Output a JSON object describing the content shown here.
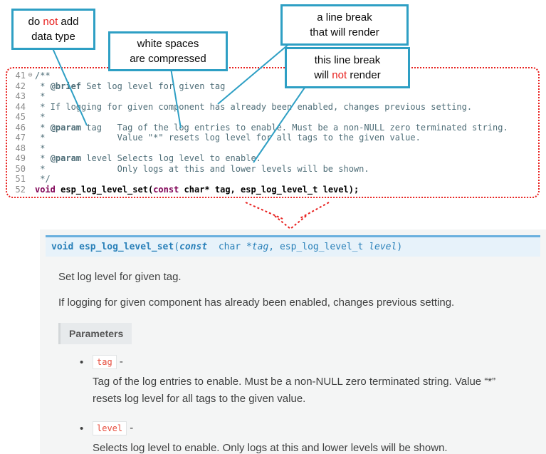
{
  "colors": {
    "callout-border": "#2e9fc4",
    "annotation-red": "#e8211f",
    "comment-color": "#4f6e78",
    "keyword-color": "#7f0055",
    "line-number-color": "#8a8a8a",
    "doc-bg": "#f4f5f5",
    "signature-bg": "#e7f2fa",
    "signature-border": "#6ab0de",
    "signature-text": "#2980b9",
    "literal-red": "#e74c3c",
    "literal-border": "#e1e4e5",
    "doc-text": "#3f4040",
    "params-label-bg": "#e7eaec"
  },
  "callouts": [
    {
      "id": "no-datatype",
      "lines": [
        [
          "do ",
          {
            "red": "not"
          },
          " add"
        ],
        [
          "data type"
        ]
      ]
    },
    {
      "id": "whitespace-compressed",
      "lines": [
        [
          "white spaces"
        ],
        [
          "are compressed"
        ]
      ]
    },
    {
      "id": "linebreak-renders",
      "lines": [
        [
          "a line break"
        ],
        [
          "that will render"
        ]
      ]
    },
    {
      "id": "linebreak-not-render",
      "lines": [
        [
          "this line break"
        ],
        [
          "will ",
          {
            "red": "not"
          },
          " render"
        ]
      ]
    }
  ],
  "editor": {
    "lines": [
      {
        "num": "41",
        "fold": "⊖",
        "parts": [
          {
            "t": "/**",
            "c": "comment"
          }
        ]
      },
      {
        "num": "42",
        "parts": [
          {
            "t": " * ",
            "c": "comment"
          },
          {
            "t": "@brief",
            "c": "doctag"
          },
          {
            "t": " Set log level for given tag",
            "c": "comment"
          }
        ]
      },
      {
        "num": "43",
        "parts": [
          {
            "t": " *",
            "c": "comment"
          }
        ]
      },
      {
        "num": "44",
        "parts": [
          {
            "t": " * If logging for given component has already been enabled, changes previous setting.",
            "c": "comment"
          }
        ]
      },
      {
        "num": "45",
        "parts": [
          {
            "t": " *",
            "c": "comment"
          }
        ]
      },
      {
        "num": "46",
        "parts": [
          {
            "t": " * ",
            "c": "comment"
          },
          {
            "t": "@param",
            "c": "doctag"
          },
          {
            "t": " tag   Tag of the log entries to enable. Must be a non-NULL zero terminated string.",
            "c": "comment"
          }
        ]
      },
      {
        "num": "47",
        "parts": [
          {
            "t": " *              Value \"*\" resets log level for all tags to the given value.",
            "c": "comment"
          }
        ]
      },
      {
        "num": "48",
        "parts": [
          {
            "t": " *",
            "c": "comment"
          }
        ]
      },
      {
        "num": "49",
        "parts": [
          {
            "t": " * ",
            "c": "comment"
          },
          {
            "t": "@param",
            "c": "doctag"
          },
          {
            "t": " level Selects log level to enable.",
            "c": "comment"
          }
        ]
      },
      {
        "num": "50",
        "parts": [
          {
            "t": " *              Only logs at this and lower levels will be shown.",
            "c": "comment"
          }
        ]
      },
      {
        "num": "51",
        "parts": [
          {
            "t": " */",
            "c": "comment"
          }
        ]
      },
      {
        "num": "52",
        "parts": [
          {
            "t": "void",
            "c": "keyword"
          },
          {
            "t": " esp_log_level_set(",
            "c": "code"
          },
          {
            "t": "const",
            "c": "keyword"
          },
          {
            "t": " char* tag, esp_log_level_t level);",
            "c": "code"
          }
        ]
      }
    ]
  },
  "docs": {
    "signature": [
      {
        "t": "void",
        "c": "kw"
      },
      {
        "t": " ",
        "c": "pl"
      },
      {
        "t": "esp_log_level_set",
        "c": "name"
      },
      {
        "t": "(",
        "c": "pl"
      },
      {
        "t": "const",
        "c": "kwi"
      },
      {
        "t": "  char *",
        "c": "pl"
      },
      {
        "t": "tag",
        "c": "it"
      },
      {
        "t": ", ",
        "c": "pl"
      },
      {
        "t": "esp_log_level_t ",
        "c": "pl"
      },
      {
        "t": "level",
        "c": "it"
      },
      {
        "t": ")",
        "c": "pl"
      }
    ],
    "para1": "Set log level for given tag.",
    "para2": "If logging for given component has already been enabled, changes previous setting.",
    "parameters_label": "Parameters",
    "bullet_glyph": "•",
    "param_dash": "-",
    "params": [
      {
        "name": "tag",
        "desc": "Tag of the log entries to enable. Must be a non-NULL zero terminated string. Value “*” resets log level for all tags to the given value."
      },
      {
        "name": "level",
        "desc": "Selects log level to enable. Only logs at this and lower levels will be shown."
      }
    ]
  }
}
